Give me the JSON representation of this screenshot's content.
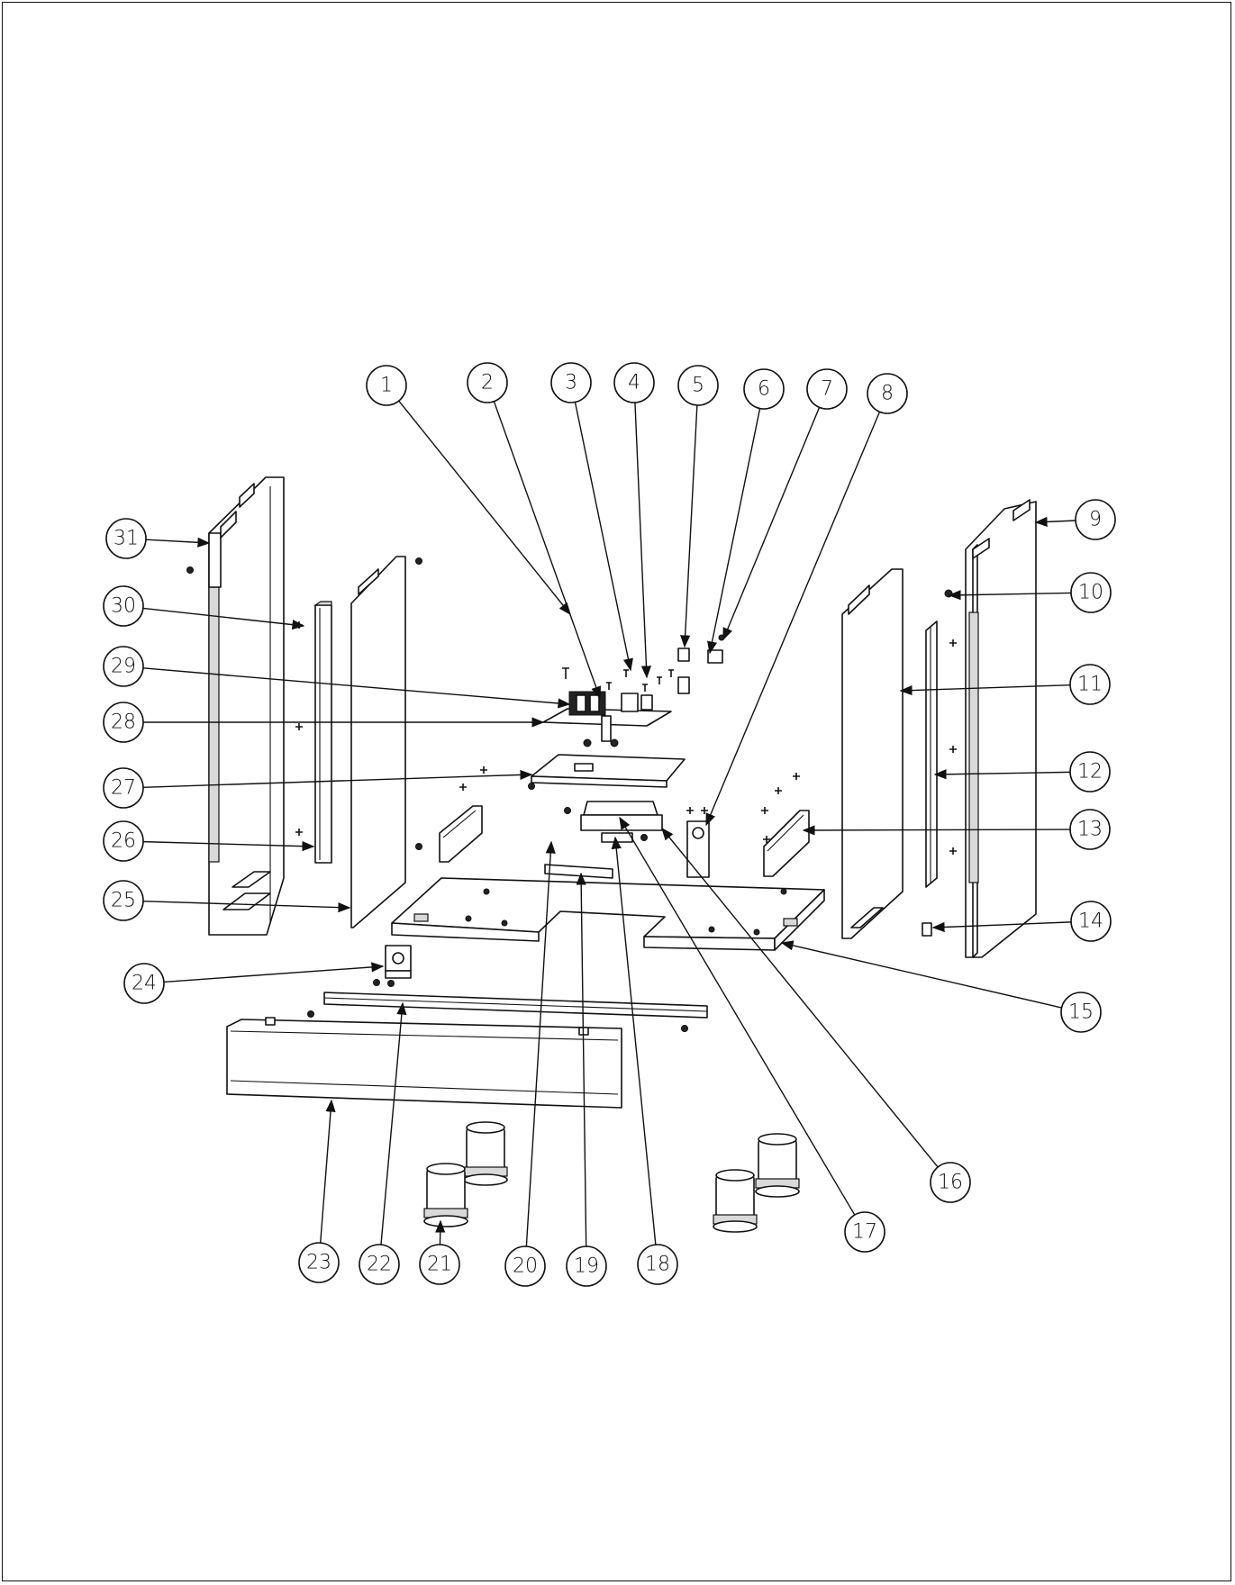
{
  "diagram": {
    "callouts": [
      {
        "label": "1"
      },
      {
        "label": "2"
      },
      {
        "label": "3"
      },
      {
        "label": "4"
      },
      {
        "label": "5"
      },
      {
        "label": "6"
      },
      {
        "label": "7"
      },
      {
        "label": "8"
      },
      {
        "label": "9"
      },
      {
        "label": "10"
      },
      {
        "label": "11"
      },
      {
        "label": "12"
      },
      {
        "label": "13"
      },
      {
        "label": "14"
      },
      {
        "label": "15"
      },
      {
        "label": "16"
      },
      {
        "label": "17"
      },
      {
        "label": "18"
      },
      {
        "label": "19"
      },
      {
        "label": "20"
      },
      {
        "label": "21"
      },
      {
        "label": "22"
      },
      {
        "label": "23"
      },
      {
        "label": "24"
      },
      {
        "label": "25"
      },
      {
        "label": "26"
      },
      {
        "label": "27"
      },
      {
        "label": "28"
      },
      {
        "label": "29"
      },
      {
        "label": "30"
      },
      {
        "label": "31"
      }
    ]
  }
}
